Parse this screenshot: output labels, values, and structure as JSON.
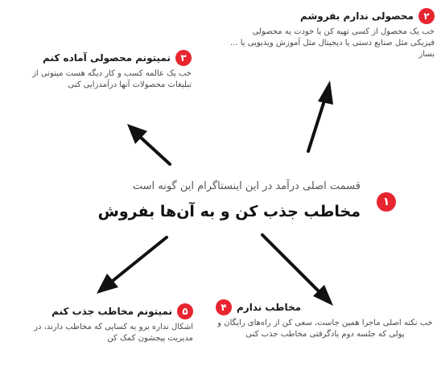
{
  "center": {
    "badge": "۱",
    "intro": "قسمت اصلی درآمد در این اینستاگرام این گونه است",
    "main": "مخاطب جذب کن و به آن‌ها بفروش"
  },
  "items": {
    "no2": {
      "badge": "۲",
      "title": "محصولی ندارم بفروشم",
      "body": "خب یک محصول از کسی تهیه کن یا خودت یه محصولی فیزیکی مثل صنایع دستی یا دیجیتال مثل آموزش ویدیویی یا ... بساز"
    },
    "no3": {
      "badge": "۳",
      "title": "نمیتونم محصولی آماده کنم",
      "body": "خب یک عالمه کسب و کار دیگه هست میتونی از تبلیغات محصولات آنها درآمدزایی کنی"
    },
    "no4": {
      "badge": "۴",
      "title": "مخاطب ندارم",
      "body": "خب نکته اصلی ماجرا همین جاست، سعی کن از راه‌های رایگان و پولی که جلسه دوم یادگرفتی مخاطب جذب کنی"
    },
    "no5": {
      "badge": "۵",
      "title": "نمیتونم مخاطب جذب کنم",
      "body": "اشکال نداره برو به کسایی که مخاطب دارند، در مدیریت پیجشون کمک کن"
    }
  },
  "colors": {
    "accent": "#e8252f",
    "arrow": "#111111"
  }
}
